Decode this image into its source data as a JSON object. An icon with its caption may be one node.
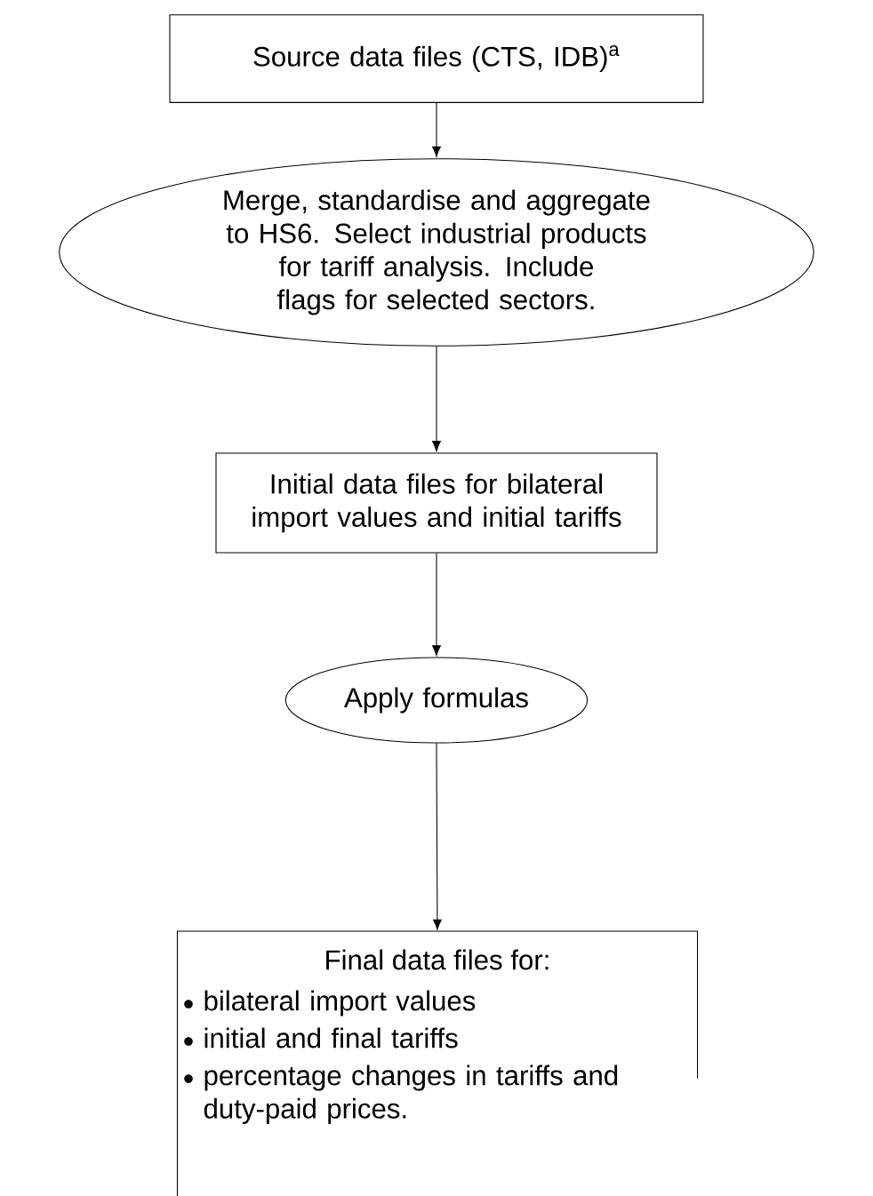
{
  "diagram": {
    "nodes": [
      {
        "text": [
          "Source data files (CTS, IDB)$^{a}$"
        ]
      },
      {
        "text": [
          "Merge, standardise and aggregate to HS6. Select industrial products for tariff analysis. Include flags for selected sectors."
        ]
      },
      {
        "text": [
          "Initial data files for bilateral import values and initial tariffs"
        ]
      },
      {
        "text": [
          "Apply formulas"
        ]
      },
      {
        "text": [
          "Final data files for:",
          "bilateral import values",
          "initial and final tariffs",
          "percentage changes in tariffs and duty-paid prices."
        ]
      }
    ],
    "edges": [
      {
        "from": 0,
        "to": 1,
        "arrow": "to"
      },
      {
        "from": 1,
        "to": 2,
        "arrow": "to"
      },
      {
        "from": 2,
        "to": 3,
        "arrow": "to"
      },
      {
        "from": 3,
        "to": 4,
        "arrow": "to"
      }
    ]
  }
}
